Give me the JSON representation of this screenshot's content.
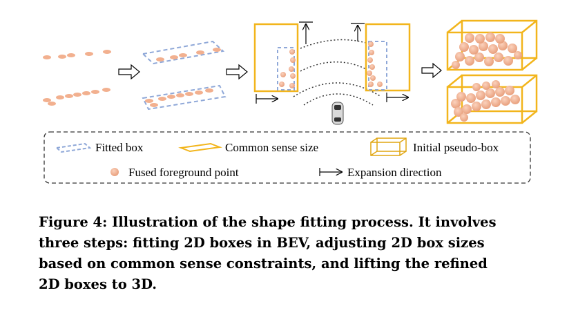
{
  "legend": {
    "fitted_box": "Fitted box",
    "common_sense_size": "Common sense size",
    "initial_pseudo_box": "Initial pseudo-box",
    "fused_point": "Fused foreground point",
    "expansion_direction": "Expansion direction"
  },
  "caption": {
    "line1": "Figure 4: Illustration of the shape fitting process. It involves",
    "line2": "three steps: fitting 2D boxes in BEV, adjusting 2D box sizes",
    "line3": "based on common sense constraints, and lifting the refined",
    "line4": "2D boxes to 3D."
  },
  "colors": {
    "point": "#f2b08f",
    "fitted_box": "#8fa8d8",
    "common_sense_box": "#f2b51c"
  }
}
